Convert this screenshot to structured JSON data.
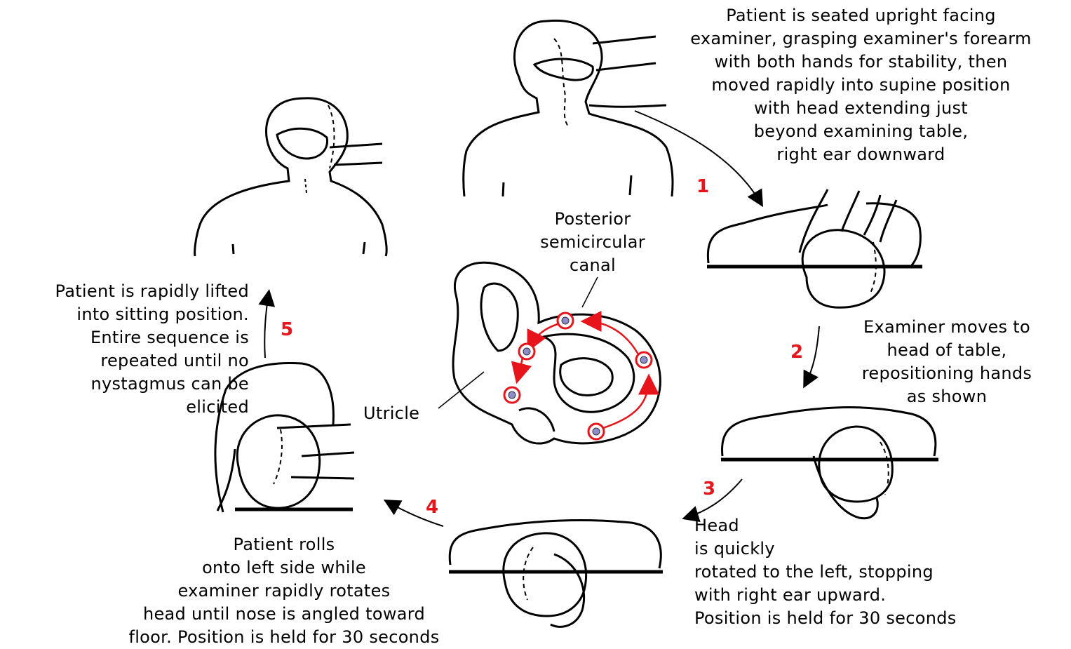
{
  "captions": {
    "step1": "Patient is seated upright facing\nexaminer, grasping examiner's forearm\nwith both hands for stability, then\nmoved rapidly into supine position\nwith head extending just\nbeyond examining table,\nright ear downward",
    "step2": "Examiner moves to\nhead of table,\nrepositioning hands\nas shown",
    "step3": "Head\nis quickly\nrotated to the left, stopping\nwith right ear upward.\nPosition is held for 30 seconds",
    "step4": "Patient rolls\nonto left side while\nexaminer rapidly rotates\nhead until nose is angled toward\nfloor. Position is held for 30 seconds",
    "step5": "Patient is rapidly lifted\ninto sitting position.\nEntire sequence is\nrepeated until no\nnystagmus can be\nelicited"
  },
  "step_numbers": {
    "n1": "1",
    "n2": "2",
    "n3": "3",
    "n4": "4",
    "n5": "5"
  },
  "labels": {
    "canal": "Posterior\nsemicircular\ncanal",
    "utricle": "Utricle"
  },
  "colors": {
    "accent": "#e8141b",
    "ink": "#000000",
    "particle": "#8c8cc8"
  }
}
